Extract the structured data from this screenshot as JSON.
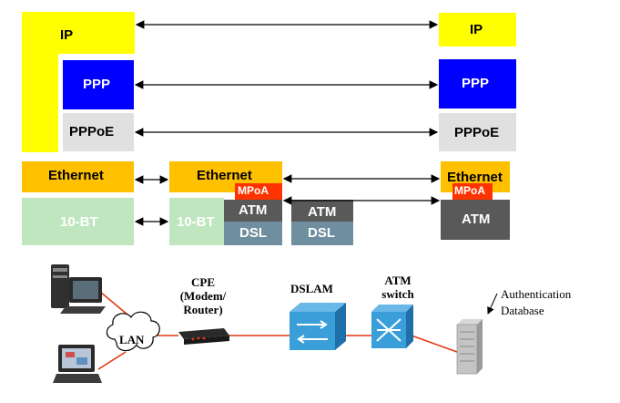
{
  "stack": {
    "left": {
      "ip": "IP",
      "ppp": "PPP",
      "pppoe": "PPPoE",
      "ethernet": "Ethernet",
      "tenbt": "10-BT"
    },
    "cpe": {
      "ethernet": "Ethernet",
      "mpoa": "MPoA",
      "tenbt": "10-BT",
      "atm": "ATM",
      "dsl": "DSL"
    },
    "dslam": {
      "atm": "ATM",
      "dsl": "DSL"
    },
    "right": {
      "ip": "IP",
      "ppp": "PPP",
      "pppoe": "PPPoE",
      "ethernet": "Ethernet",
      "mpoa": "MPoA",
      "atm": "ATM"
    }
  },
  "network": {
    "lan": "LAN",
    "cpe_line1": "CPE",
    "cpe_line2": "(Modem/",
    "cpe_line3": "Router)",
    "dslam": "DSLAM",
    "atm_line1": "ATM",
    "atm_line2": "switch",
    "auth_line1": "Authentication",
    "auth_line2": "Database"
  },
  "colors": {
    "ip": "#ffff00",
    "ppp": "#0000ff",
    "pppoe": "#e0e0e0",
    "ethernet": "#ffc000",
    "tenbt": "#bfe6bf",
    "mpoa": "#ff3300",
    "atm": "#595959",
    "dslam_block": "#6f8fa0",
    "link": "#e03a10",
    "device": "#3a9fd8"
  }
}
